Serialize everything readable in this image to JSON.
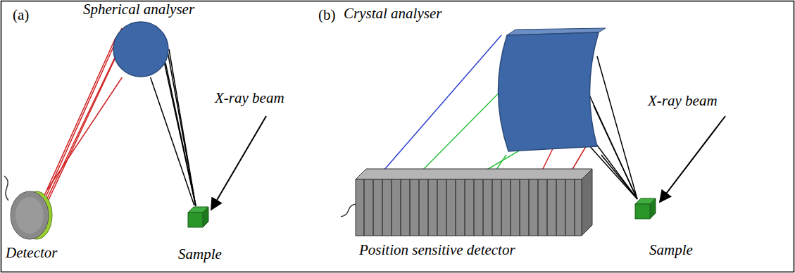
{
  "diagram": {
    "nodes": [
      {
        "text": [
          "Spherical analyser"
        ]
      },
      {
        "text": [
          "Detector"
        ]
      },
      {
        "text": [
          "Sample"
        ]
      },
      {
        "text": [
          "Crystal analyser"
        ]
      },
      {
        "text": [
          "Position sensitive detector"
        ]
      },
      {
        "text": [
          "Sample"
        ]
      }
    ],
    "edges": [
      {
        "from": 2,
        "to": 0,
        "arrow": "none"
      },
      {
        "from": 0,
        "to": 1,
        "arrow": "none"
      },
      {
        "from": 5,
        "to": 3,
        "arrow": "none"
      },
      {
        "from": 3,
        "to": 4,
        "arrow": "none"
      }
    ],
    "labels": [
      "(a)",
      "X-ray beam",
      "(b)",
      "X-ray beam"
    ]
  }
}
